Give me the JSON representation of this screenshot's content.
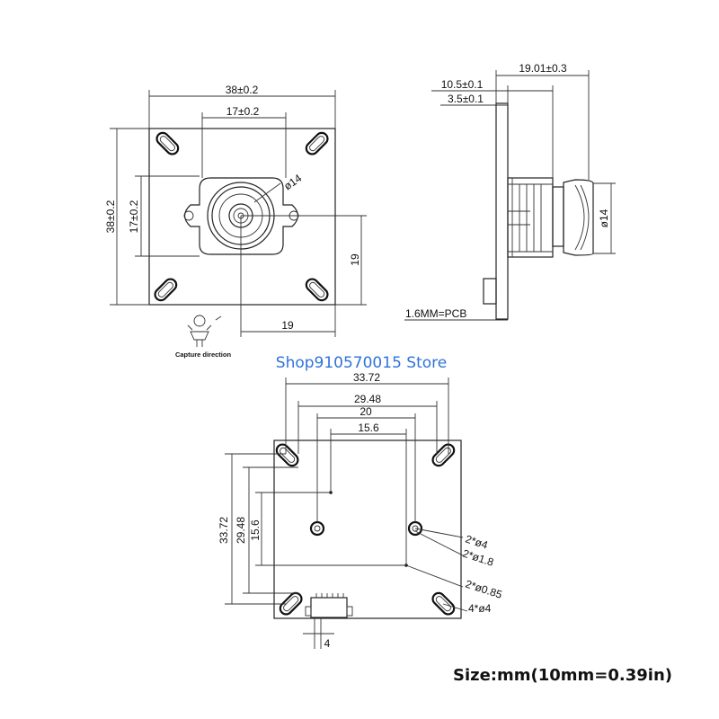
{
  "front_view": {
    "width": "38±0.2",
    "inner_width": "17±0.2",
    "height": "38±0.2",
    "inner_height": "17±0.2",
    "lens_dia": "ø14",
    "offset_v": "19",
    "offset_h": "19",
    "capture_direction": "Capture direction"
  },
  "side_view": {
    "overall": "19.01±0.3",
    "dim_a": "10.5±0.1",
    "dim_b": "3.5±0.1",
    "lens_dia": "ø14",
    "pcb": "1.6MM=PCB"
  },
  "store_label": "Shop910570015 Store",
  "back_view": {
    "w1": "33.72",
    "w2": "29.48",
    "w3": "20",
    "w4": "15.6",
    "h1": "33.72",
    "h2": "29.48",
    "h3": "15.6",
    "hole_a": "2*ø4",
    "hole_b": "2*ø1.8",
    "hole_c": "2*ø0.85",
    "hole_d": "4*ø4",
    "connector_w": "4"
  },
  "size_note": "Size:mm(10mm=0.39in)"
}
